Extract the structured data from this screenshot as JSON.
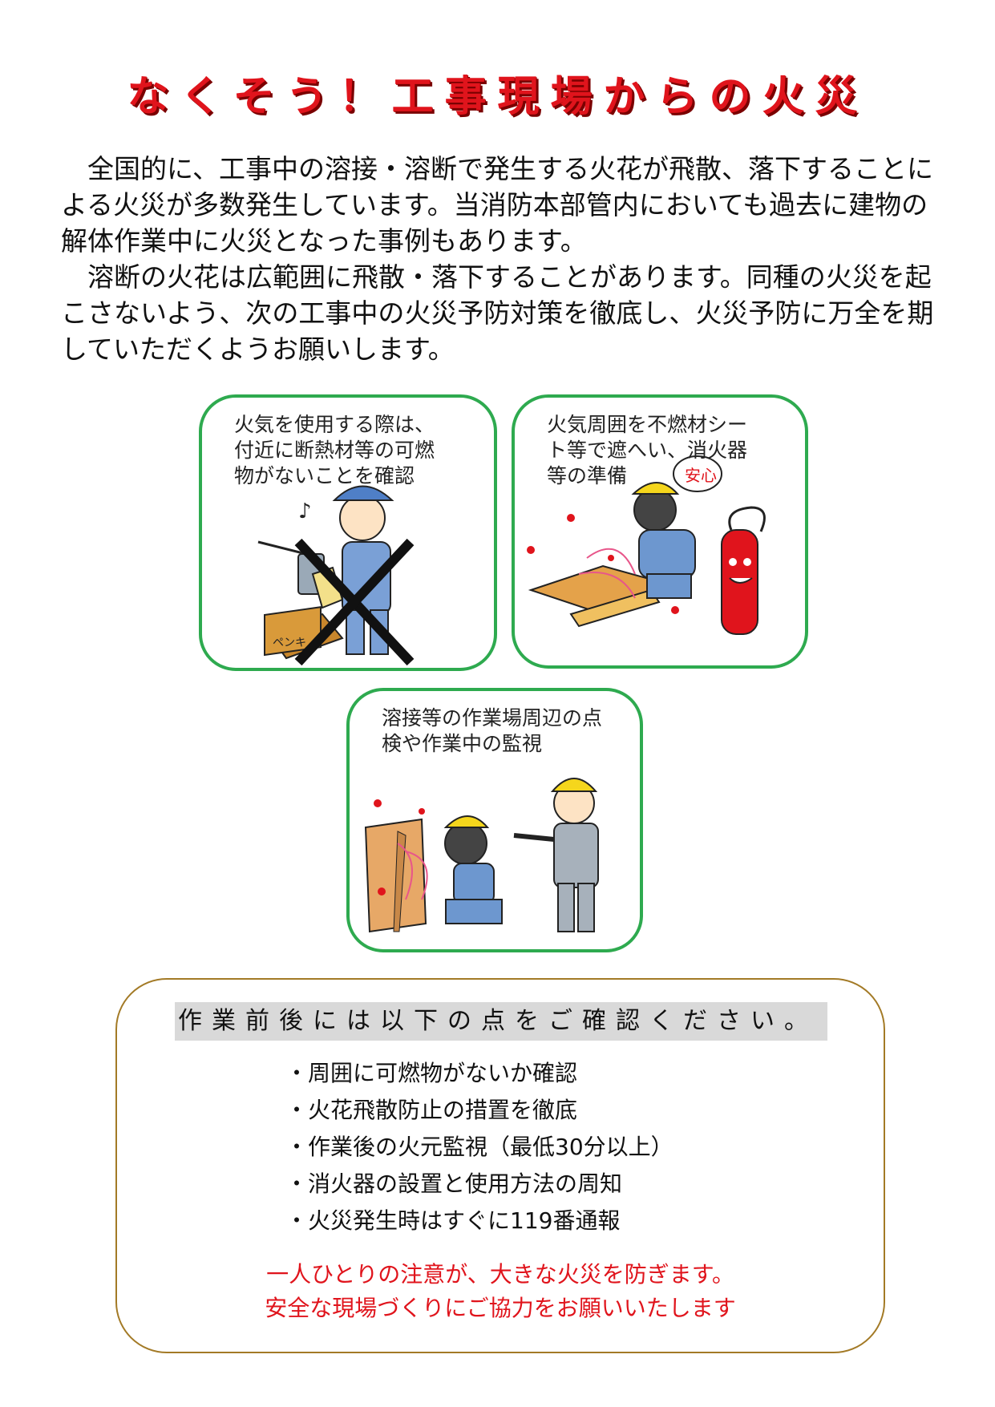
{
  "title": "なくそう！工事現場からの火災",
  "intro": {
    "paragraph1": "全国的に、工事中の溶接・溶断で発生する火花が飛散、落下することによる火災が多数発生しています。当消防本部管内においても過去に建物の解体作業中に火災となった事例もあります。",
    "paragraph2": "溶断の火花は広範囲に飛散・落下することがあります。同種の火災を起こさないよう、次の工事中の火災予防対策を徹底し、火災予防に万全を期していただくようお願いします。"
  },
  "panels": [
    {
      "caption": "火気を使用する際は、\n付近に断熱材等の可燃\n物がないことを確認",
      "box_label": "ペンキ",
      "icon": "no-flammables-illustration"
    },
    {
      "caption": "火気周囲を不燃材シー\nト等で遮へい、消火器\n等の準備",
      "bubble_label": "安心",
      "icon": "fire-extinguisher-illustration"
    },
    {
      "caption": "溶接等の作業場周辺の点\n検や作業中の監視",
      "icon": "welding-watch-illustration"
    }
  ],
  "checklist": {
    "heading": "作業前後には以下の点をご確認ください。",
    "items": [
      "周囲に可燃物がないか確認",
      "火花飛散防止の措置を徹底",
      "作業後の火元監視（最低30分以上）",
      "消火器の設置と使用方法の周知",
      "火災発生時はすぐに119番通報"
    ]
  },
  "notice": {
    "line1": "一人ひとりの注意が、大きな火災を防ぎます。",
    "line2": "安全な現場づくりにご協力をお願いいたします"
  },
  "colors": {
    "title_red": "#e0141c",
    "panel_border_green": "#2eaa4f",
    "box_border_gold": "#a37a26",
    "heading_bg_gray": "#d9d9d9"
  }
}
